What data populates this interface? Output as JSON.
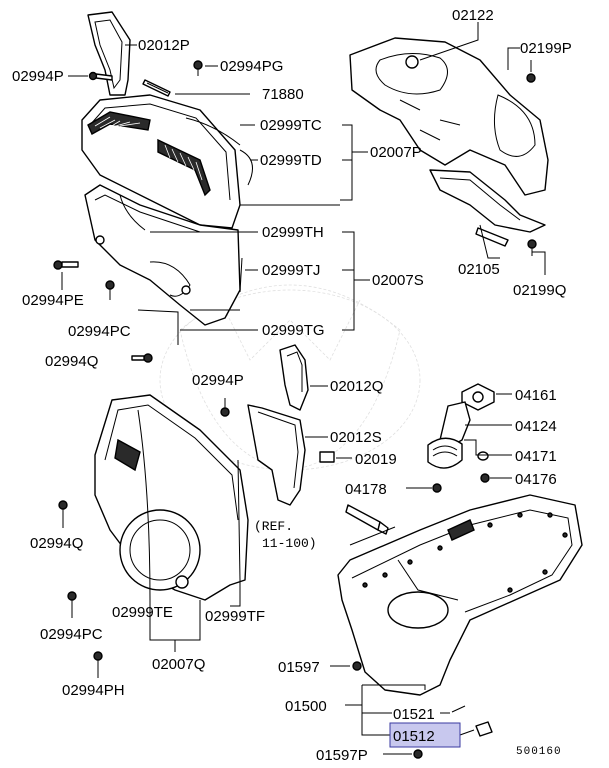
{
  "labels": {
    "p02012P": "02012P",
    "p02994P_top": "02994P",
    "p02994PG": "02994PG",
    "p71880": "71880",
    "p02999TC": "02999TC",
    "p02999TD": "02999TD",
    "p02007P": "02007P",
    "p02999TH": "02999TH",
    "p02999TJ": "02999TJ",
    "p02007S": "02007S",
    "p02994PE": "02994PE",
    "p02994PC_top": "02994PC",
    "p02999TG": "02999TG",
    "p02994Q_top": "02994Q",
    "p02122": "02122",
    "p02199P": "02199P",
    "p02105": "02105",
    "p02199Q": "02199Q",
    "p02994P_mid": "02994P",
    "p02012Q": "02012Q",
    "p02012S": "02012S",
    "p02019": "02019",
    "p04161": "04161",
    "p04124": "04124",
    "p04171": "04171",
    "p04176": "04176",
    "p04178": "04178",
    "ref_line1": "(REF.",
    "ref_line2": "11-100)",
    "p02994Q_bottom": "02994Q",
    "p02999TE": "02999TE",
    "p02999TF": "02999TF",
    "p02994PC_bottom": "02994PC",
    "p02007Q": "02007Q",
    "p02994PH": "02994PH",
    "p01597_top": "01597",
    "p01500": "01500",
    "p01521": "01521",
    "p01512": "01512",
    "p01597P": "01597P",
    "diagram_code": "500160"
  },
  "colors": {
    "line": "#000000",
    "background": "#ffffff",
    "highlight_fill": "#c8c8ee",
    "highlight_stroke": "#3a3aa0"
  }
}
